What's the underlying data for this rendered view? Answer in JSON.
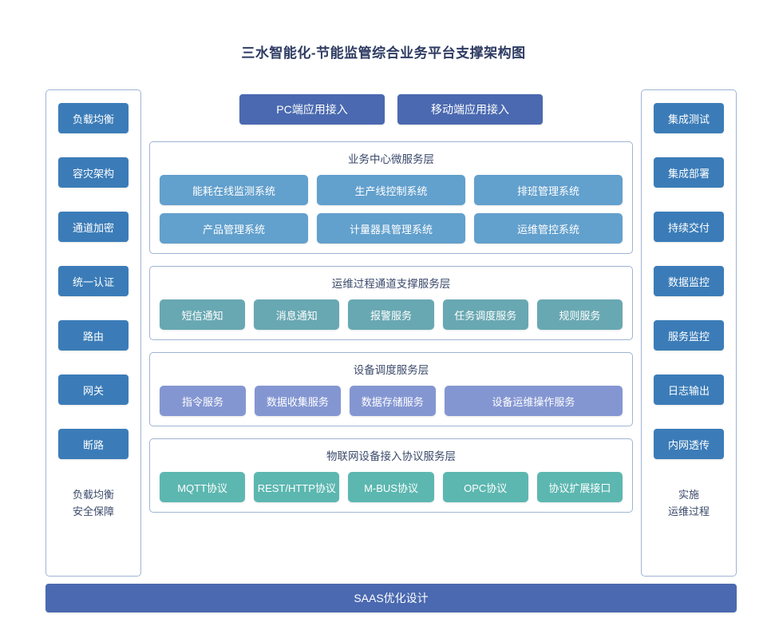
{
  "title": "三水智能化-节能监管综合业务平台支撑架构图",
  "colors": {
    "title_text": "#2e3b62",
    "side_button": "#3b7cb8",
    "access_button": "#4a69b0",
    "business_layer": "#62a0cd",
    "support_layer": "#68a8b2",
    "device_layer": "#8496d2",
    "protocol_layer": "#5cb7b0",
    "bottom_bar": "#4a69b0",
    "panel_border": "#9fb4d4",
    "background": "#ffffff"
  },
  "left_column": {
    "items": [
      {
        "label": "负载均衡"
      },
      {
        "label": "容灾架构"
      },
      {
        "label": "通道加密"
      },
      {
        "label": "统一认证"
      },
      {
        "label": "路由"
      },
      {
        "label": "网关"
      },
      {
        "label": "断路"
      }
    ],
    "footer": [
      {
        "line": "负载均衡"
      },
      {
        "line": "安全保障"
      }
    ]
  },
  "right_column": {
    "items": [
      {
        "label": "集成测试"
      },
      {
        "label": "集成部署"
      },
      {
        "label": "持续交付"
      },
      {
        "label": "数据监控"
      },
      {
        "label": "服务监控"
      },
      {
        "label": "日志输出"
      },
      {
        "label": "内网透传"
      }
    ],
    "footer": [
      {
        "line": "实施"
      },
      {
        "line": "运维过程"
      }
    ]
  },
  "access": {
    "buttons": [
      {
        "label": "PC端应用接入"
      },
      {
        "label": "移动端应用接入"
      }
    ]
  },
  "layers": [
    {
      "key": "business",
      "title": "业务中心微服务层",
      "rows": [
        [
          {
            "label": "能耗在线监测系统"
          },
          {
            "label": "生产线控制系统"
          },
          {
            "label": "排班管理系统"
          }
        ],
        [
          {
            "label": "产品管理系统"
          },
          {
            "label": "计量器具管理系统"
          },
          {
            "label": "运维管控系统"
          }
        ]
      ]
    },
    {
      "key": "support",
      "title": "运维过程通道支撑服务层",
      "rows": [
        [
          {
            "label": "短信通知"
          },
          {
            "label": "消息通知"
          },
          {
            "label": "报警服务"
          },
          {
            "label": "任务调度服务"
          },
          {
            "label": "规则服务"
          }
        ]
      ]
    },
    {
      "key": "device",
      "title": "设备调度服务层",
      "rows": [
        [
          {
            "label": "指令服务"
          },
          {
            "label": "数据收集服务"
          },
          {
            "label": "数据存储服务"
          },
          {
            "label": "设备运维操作服务",
            "wide": true
          }
        ]
      ]
    },
    {
      "key": "protocol",
      "title": "物联网设备接入协议服务层",
      "rows": [
        [
          {
            "label": "MQTT协议"
          },
          {
            "label": "REST/HTTP协议"
          },
          {
            "label": "M-BUS协议"
          },
          {
            "label": "OPC协议"
          },
          {
            "label": "协议扩展接口"
          }
        ]
      ]
    }
  ],
  "bottom_bar": {
    "label": "SAAS优化设计"
  }
}
